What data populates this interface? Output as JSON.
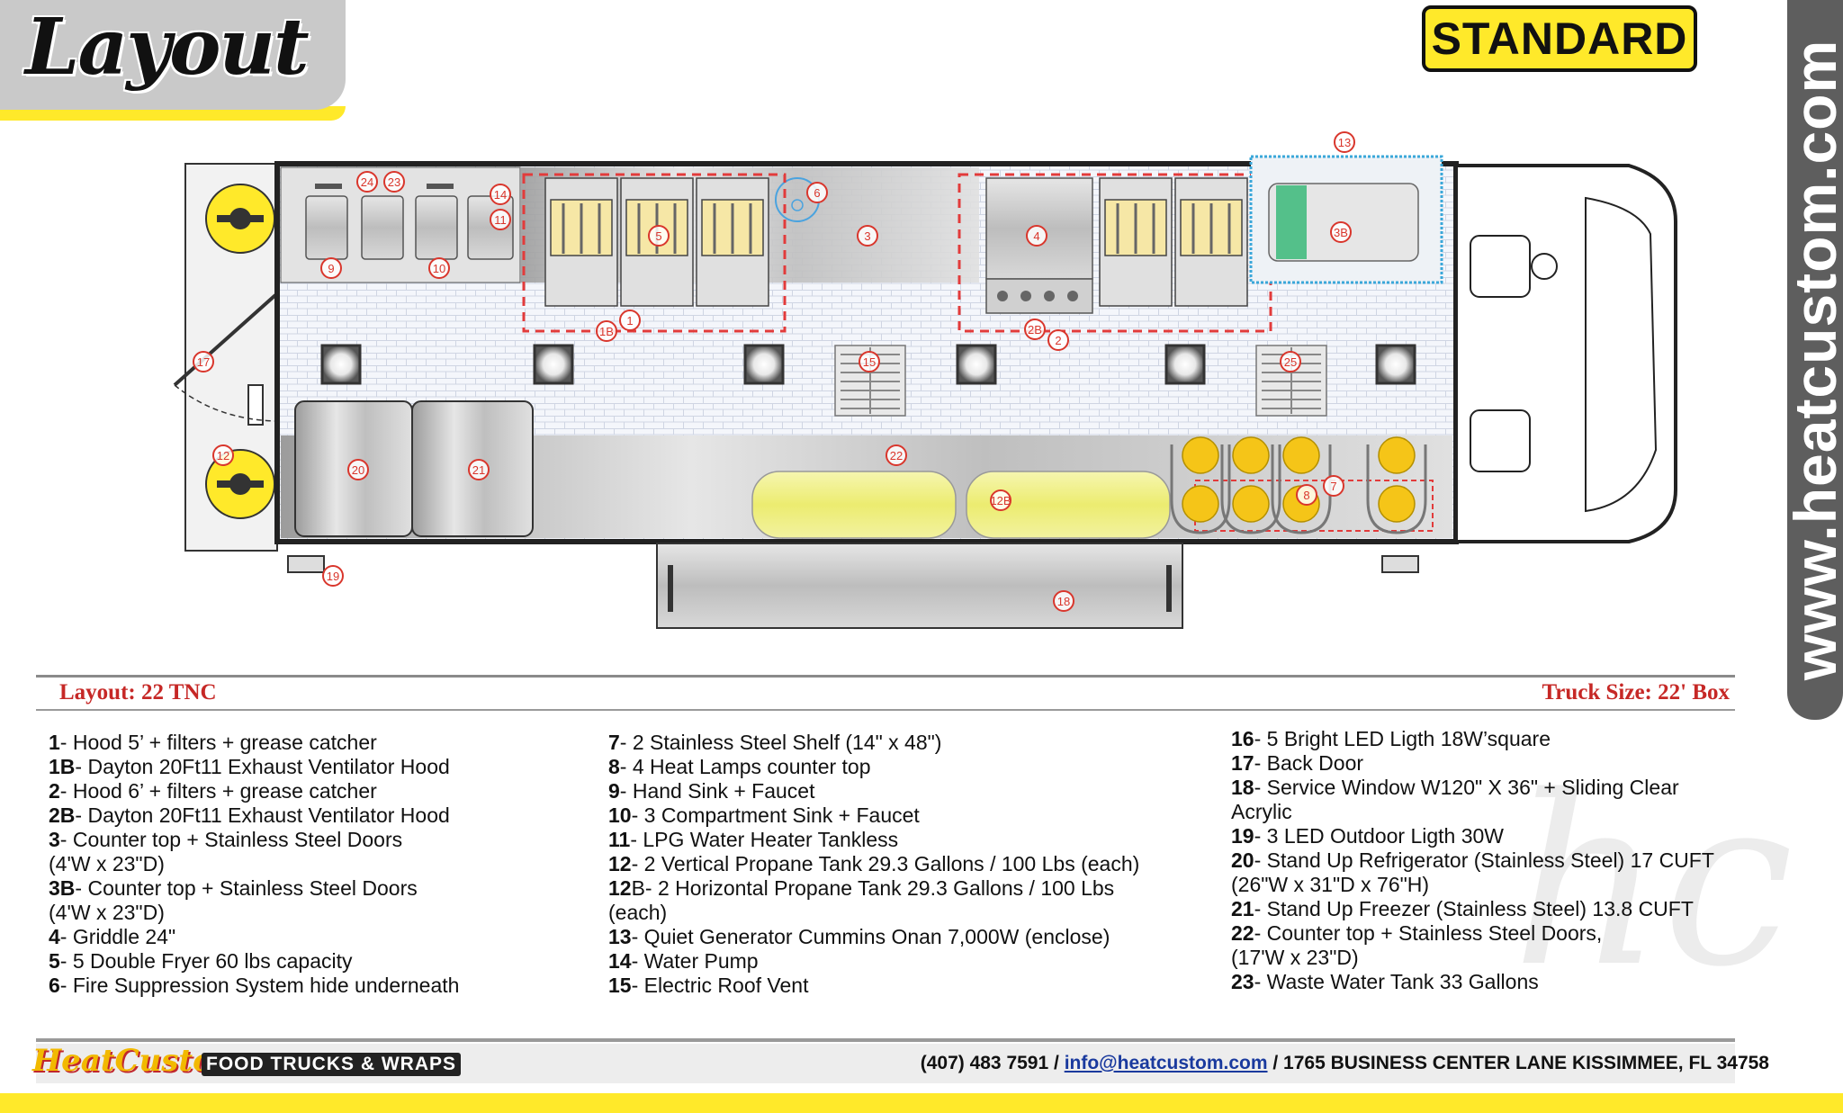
{
  "header": {
    "title": "Layout",
    "badge": "STANDARD"
  },
  "side": {
    "website": "www.heatcustom.com"
  },
  "info": {
    "layout": "Layout: 22 TNC",
    "truck_size": "Truck Size: 22' Box"
  },
  "markers": [
    "1",
    "1B",
    "2",
    "2B",
    "3",
    "3B",
    "4",
    "5",
    "6",
    "7",
    "8",
    "9",
    "10",
    "11",
    "12",
    "12B",
    "13",
    "14",
    "15",
    "17",
    "18",
    "19",
    "20",
    "21",
    "22",
    "23",
    "24",
    "25"
  ],
  "legend": {
    "col1": [
      {
        "num": "1",
        "text": "- Hood 5’ + filters + grease catcher"
      },
      {
        "num": "1B",
        "text": "- Dayton 20Ft11 Exhaust Ventilator Hood"
      },
      {
        "num": "2",
        "text": "- Hood 6’ + filters + grease catcher"
      },
      {
        "num": "2B",
        "text": "- Dayton 20Ft11 Exhaust Ventilator Hood"
      },
      {
        "num": "3",
        "text": "- Counter top + Stainless Steel Doors"
      },
      {
        "num": "",
        "text": "(4'W x 23\"D)"
      },
      {
        "num": "3B",
        "text": "- Counter top + Stainless Steel Doors"
      },
      {
        "num": "",
        "text": "(4'W x 23\"D)"
      },
      {
        "num": "4",
        "text": "- Griddle 24\""
      },
      {
        "num": "5",
        "text": "- 5 Double Fryer 60 lbs capacity"
      },
      {
        "num": "6",
        "text": "- Fire Suppression System hide underneath"
      }
    ],
    "col2": [
      {
        "num": "7",
        "text": "- 2 Stainless Steel Shelf (14\" x 48\")"
      },
      {
        "num": "8",
        "text": "- 4 Heat Lamps counter top"
      },
      {
        "num": "9",
        "text": "- Hand Sink + Faucet"
      },
      {
        "num": "10",
        "text": "-  3 Compartment Sink + Faucet"
      },
      {
        "num": "11",
        "text": "- LPG Water Heater Tankless"
      },
      {
        "num": "12",
        "text": "- 2 Vertical Propane Tank 29.3 Gallons / 100 Lbs (each)"
      },
      {
        "num": "12",
        "text": "B- 2 Horizontal Propane Tank 29.3 Gallons / 100 Lbs"
      },
      {
        "num": "",
        "text": "(each)"
      },
      {
        "num": "13",
        "text": "- Quiet Generator Cummins Onan  7,000W (enclose)"
      },
      {
        "num": "14",
        "text": "- Water Pump"
      },
      {
        "num": "15",
        "text": "- Electric Roof Vent"
      }
    ],
    "col3": [
      {
        "num": "16",
        "text": "- 5 Bright LED Ligth 18W’square"
      },
      {
        "num": "17",
        "text": "- Back Door"
      },
      {
        "num": "18",
        "text": "- Service Window W120\" X 36\" + Sliding Clear"
      },
      {
        "num": "",
        "text": "Acrylic"
      },
      {
        "num": "19",
        "text": "- 3 LED Outdoor Ligth 30W"
      },
      {
        "num": "20",
        "text": "- Stand Up Refrigerator (Stainless Steel) 17 CUFT"
      },
      {
        "num": "",
        "text": "(26\"W x 31\"D x 76\"H)"
      },
      {
        "num": "21",
        "text": "- Stand Up Freezer (Stainless Steel) 13.8 CUFT"
      },
      {
        "num": "22",
        "text": "- Counter top + Stainless Steel Doors,"
      },
      {
        "num": "",
        "text": "(17'W x 23\"D)"
      },
      {
        "num": "23",
        "text": "- Waste Water Tank 33 Gallons"
      }
    ]
  },
  "footer": {
    "brand": "HeatCustom",
    "tagline": "FOOD TRUCKS & WRAPS",
    "phone": "(407) 483 7591",
    "email": "info@heatcustom.com",
    "address": "1765 BUSINESS CENTER LANE KISSIMMEE, FL 34758"
  },
  "colors": {
    "accent_yellow": "#ffe92a",
    "marker_red": "#d9362c",
    "title_red": "#c62826",
    "steel": "#b9b9b9",
    "dark_gray": "#5e5e5e"
  }
}
